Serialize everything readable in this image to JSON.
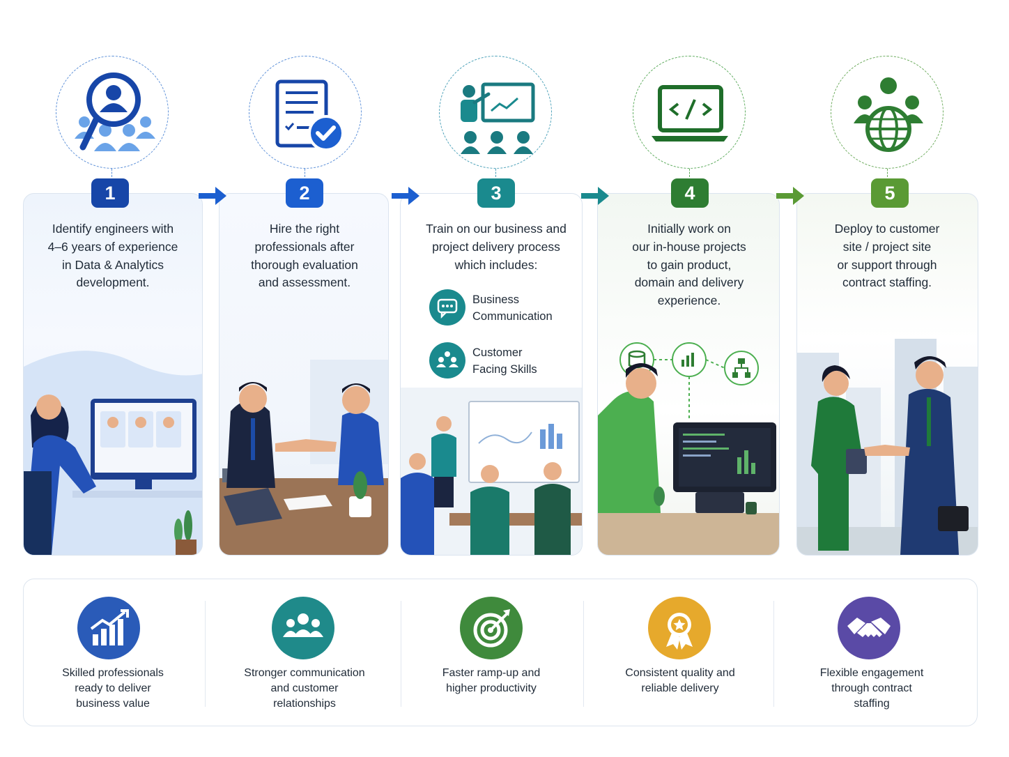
{
  "colors": {
    "step1": "#1746a8",
    "step2": "#1c5fd0",
    "step3": "#1a8a8e",
    "step4": "#2e7d32",
    "step5": "#5a9a34"
  },
  "steps": [
    {
      "number": "1",
      "icon": "magnifier-people-icon",
      "lines": [
        "Identify engineers with",
        "4–6 years of experience",
        "in Data & Analytics",
        "development."
      ]
    },
    {
      "number": "2",
      "icon": "checklist-approved-icon",
      "lines": [
        "Hire the right",
        "professionals after",
        "thorough evaluation",
        "and assessment."
      ]
    },
    {
      "number": "3",
      "icon": "presentation-training-icon",
      "lines": [
        "Train on our business and",
        "project delivery process",
        "which includes:"
      ]
    },
    {
      "number": "4",
      "icon": "laptop-code-icon",
      "lines": [
        "Initially work on",
        "our in-house projects",
        "to gain product,",
        "domain and delivery",
        "experience."
      ]
    },
    {
      "number": "5",
      "icon": "team-globe-icon",
      "lines": [
        "Deploy to customer",
        "site / project site",
        "or support through",
        "contract staffing."
      ]
    }
  ],
  "training_skills": [
    {
      "icon": "chat-bubble-icon",
      "lines": [
        "Business",
        "Communication"
      ]
    },
    {
      "icon": "customer-group-icon",
      "lines": [
        "Customer",
        "Facing Skills"
      ]
    }
  ],
  "step4_icons": [
    "database-icon",
    "bar-chart-icon",
    "hierarchy-icon"
  ],
  "benefits": [
    {
      "icon": "growth-chart-icon",
      "color": "#2a5bb8",
      "lines": [
        "Skilled professionals",
        "ready to deliver",
        "business value"
      ]
    },
    {
      "icon": "people-group-icon",
      "color": "#1f8a8a",
      "lines": [
        "Stronger communication",
        "and customer",
        "relationships"
      ]
    },
    {
      "icon": "target-icon",
      "color": "#3f8a3c",
      "lines": [
        "Faster ramp-up and",
        "higher productivity"
      ]
    },
    {
      "icon": "award-ribbon-icon",
      "color": "#e6a92c",
      "lines": [
        "Consistent quality and",
        "reliable delivery"
      ]
    },
    {
      "icon": "handshake-icon",
      "color": "#5a4aa6",
      "lines": [
        "Flexible engagement",
        "through contract",
        "staffing"
      ]
    }
  ]
}
